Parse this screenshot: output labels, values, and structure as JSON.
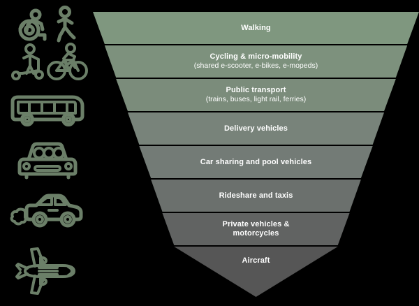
{
  "background_color": "#000000",
  "icon_color": "#6b7f68",
  "text_color": "#ffffff",
  "icons": [
    {
      "name": "wheelchair-and-walking-icon",
      "label": "wheelchair user and pedestrian walking"
    },
    {
      "name": "escooter-and-bicycle-icon",
      "label": "e-scooter rider and cyclist"
    },
    {
      "name": "bus-icon",
      "label": "bus side view"
    },
    {
      "name": "carpool-car-icon",
      "label": "car front view with three occupants"
    },
    {
      "name": "car-with-exhaust-icon",
      "label": "private car emitting exhaust fumes"
    },
    {
      "name": "aircraft-icon",
      "label": "airplane top view"
    }
  ],
  "pyramid": {
    "type": "inverted-pyramid",
    "orientation": "widest-at-top",
    "tier_count": 8,
    "tiers": [
      {
        "title": "Walking",
        "subtitle": "",
        "color": "#7f977f",
        "icon": "wheelchair-and-walking-icon"
      },
      {
        "title": "Cycling & micro-mobility",
        "subtitle": "(shared e-scooter, e-bikes, e-mopeds)",
        "color": "#7d917d",
        "icon": "escooter-and-bicycle-icon"
      },
      {
        "title": "Public transport",
        "subtitle": "(trains, buses, light rail, ferries)",
        "color": "#7b8c7b",
        "icon": "bus-icon"
      },
      {
        "title": "Delivery vehicles",
        "subtitle": "",
        "color": "#78837a",
        "icon": ""
      },
      {
        "title": "Car sharing and pool vehicles",
        "subtitle": "",
        "color": "#737b76",
        "icon": "carpool-car-icon"
      },
      {
        "title": "Rideshare and taxis",
        "subtitle": "",
        "color": "#6b706d",
        "icon": ""
      },
      {
        "title": "Private vehicles & motorcycles",
        "subtitle": "",
        "color": "#616362",
        "color_note": "darker grey",
        "icon": "car-with-exhaust-icon"
      },
      {
        "title": "Aircraft",
        "subtitle": "",
        "color": "#565656",
        "icon": "aircraft-icon"
      }
    ]
  },
  "tier_labels": {
    "t0_title": "Walking",
    "t0_sub": "",
    "t1_title": "Cycling & micro-mobility",
    "t1_sub": "(shared e-scooter, e-bikes, e-mopeds)",
    "t2_title": "Public transport",
    "t2_sub": "(trains, buses, light rail, ferries)",
    "t3_title": "Delivery vehicles",
    "t3_sub": "",
    "t4_title": "Car sharing and pool vehicles",
    "t4_sub": "",
    "t5_title": "Rideshare and taxis",
    "t5_sub": "",
    "t6_title": "Private vehicles &",
    "t6_title2": "motorcycles",
    "t6_sub": "",
    "t7_title": "Aircraft",
    "t7_sub": ""
  }
}
